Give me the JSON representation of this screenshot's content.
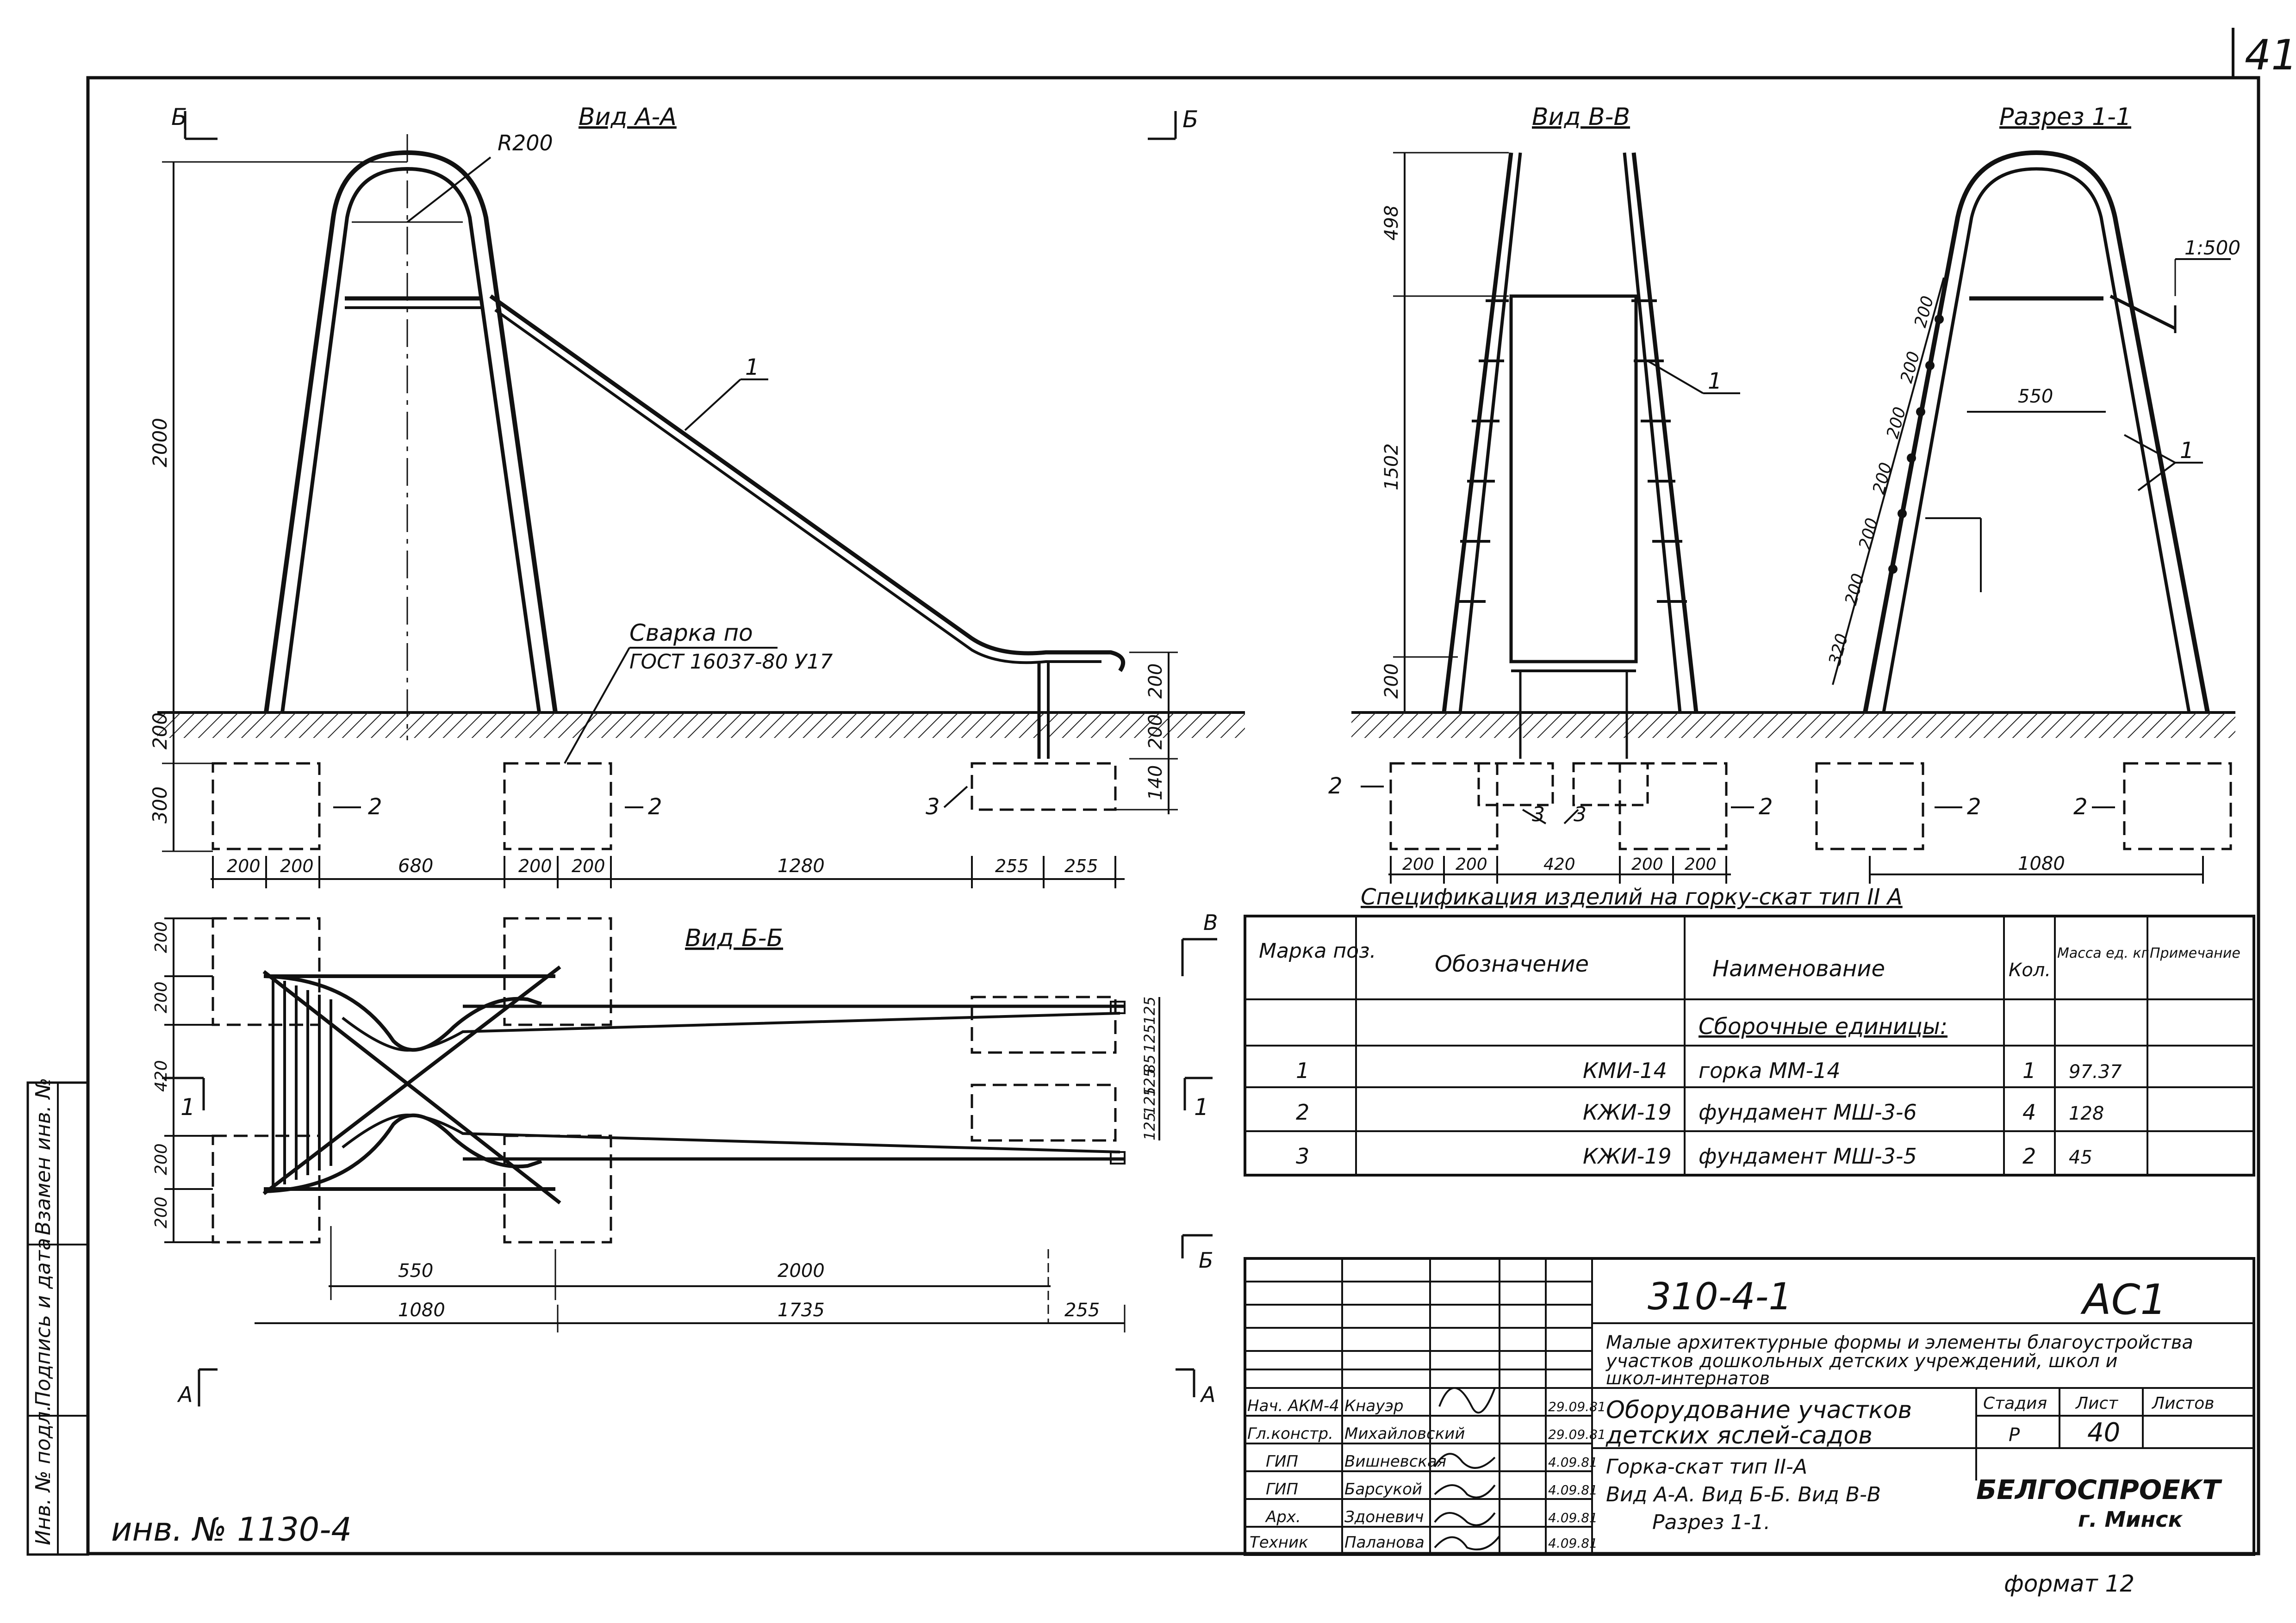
{
  "sheet": {
    "page_no": "41",
    "inventory": "инв. № 1130-4",
    "format": "формат 12",
    "side_labels": [
      "Взамен инв. №",
      "Подпись и дата",
      "Инв. № подл."
    ]
  },
  "views": {
    "view_aa": {
      "title": "Вид А-А",
      "cut_marks": [
        "Б",
        "Б"
      ],
      "radius": "R200",
      "weld_note": [
        "Сварка по",
        "ГОСТ 16037-80 У17"
      ],
      "leader_1": "1",
      "leader_2a": "2",
      "leader_2b": "2",
      "leader_3": "3",
      "dims": {
        "height": "2000",
        "ground": "200",
        "found_h": "300",
        "right_top": "200",
        "right_mid": "200",
        "right_low": "140",
        "bottom": [
          "200",
          "200",
          "680",
          "200",
          "200",
          "1280",
          "255",
          "255"
        ]
      }
    },
    "view_vv": {
      "title": "Вид В-В",
      "leader_1": "1",
      "leader_2a": "2",
      "leader_2b": "2",
      "leader_3a": "3",
      "leader_3b": "3",
      "dims": {
        "top": "498",
        "mid": "1502",
        "low": "200",
        "bottom": [
          "200",
          "200",
          "420",
          "200",
          "200"
        ]
      }
    },
    "section_11": {
      "title": "Разрез 1-1",
      "slope": "1:500",
      "width": "550",
      "leader_1": "1",
      "leader_2a": "2",
      "leader_2b": "2",
      "steps": [
        "200",
        "200",
        "200",
        "200",
        "200",
        "200",
        "320"
      ],
      "base": "1080"
    },
    "view_bb": {
      "title": "Вид Б-Б",
      "cut_a": "А",
      "cut_1": "1",
      "cut_1b": "1",
      "cut_v": "В",
      "cut_b": "Б",
      "cut_a2": "А",
      "left_dims": [
        "200",
        "200",
        "420",
        "200",
        "200"
      ],
      "right_dims": [
        "125",
        "125",
        "85",
        "125",
        "125",
        "125"
      ],
      "dim_550": "550",
      "dim_2000": "2000",
      "dim_1080": "1080",
      "dim_1735": "1735",
      "dim_255": "255"
    }
  },
  "spec": {
    "title": "Спецификация изделий на горку-скат тип II А",
    "headers": [
      "Марка поз.",
      "Обозначение",
      "Наименование",
      "Кол.",
      "Масса ед. кг",
      "Примечание"
    ],
    "group": "Сборочные единицы:",
    "rows": [
      {
        "pos": "1",
        "code": "КМИ-14",
        "name": "горка ММ-14",
        "qty": "1",
        "mass": "97.37",
        "note": ""
      },
      {
        "pos": "2",
        "code": "КЖИ-19",
        "name": "фундамент МШ-3-6",
        "qty": "4",
        "mass": "128",
        "note": ""
      },
      {
        "pos": "3",
        "code": "КЖИ-19",
        "name": "фундамент МШ-3-5",
        "qty": "2",
        "mass": "45",
        "note": ""
      }
    ]
  },
  "title_block": {
    "doc_code": "310-4-1",
    "sheet_code": "АС1",
    "project": [
      "Малые архитектурные формы и элементы благоустройства",
      "участков дошкольных детских учреждений, школ и",
      "школ-интернатов"
    ],
    "subject": [
      "Оборудование участков",
      "детских яслей-садов"
    ],
    "sheet_title": [
      "Горка-скат тип II-А",
      "Вид А-А. Вид Б-Б. Вид В-В",
      "Разрез 1-1."
    ],
    "stage_h": "Стадия",
    "sheet_h": "Лист",
    "sheets_h": "Листов",
    "stage": "Р",
    "sheet": "40",
    "org": "БЕЛГОСПРОЕКТ",
    "city": "г. Минск",
    "people": [
      {
        "role": "Нач. АКМ-4",
        "name": "Кнауэр",
        "date": "29.09.81"
      },
      {
        "role": "Гл.констр.",
        "name": "Михайловский",
        "date": "29.09.81"
      },
      {
        "role": "ГИП",
        "name": "Вишневская",
        "date": "4.09.81"
      },
      {
        "role": "ГИП",
        "name": "Барсукой",
        "date": "4.09.81"
      },
      {
        "role": "Арх.",
        "name": "Здоневич",
        "date": "4.09.81"
      },
      {
        "role": "Техник",
        "name": "Паланова",
        "date": "4.09.81"
      }
    ]
  }
}
